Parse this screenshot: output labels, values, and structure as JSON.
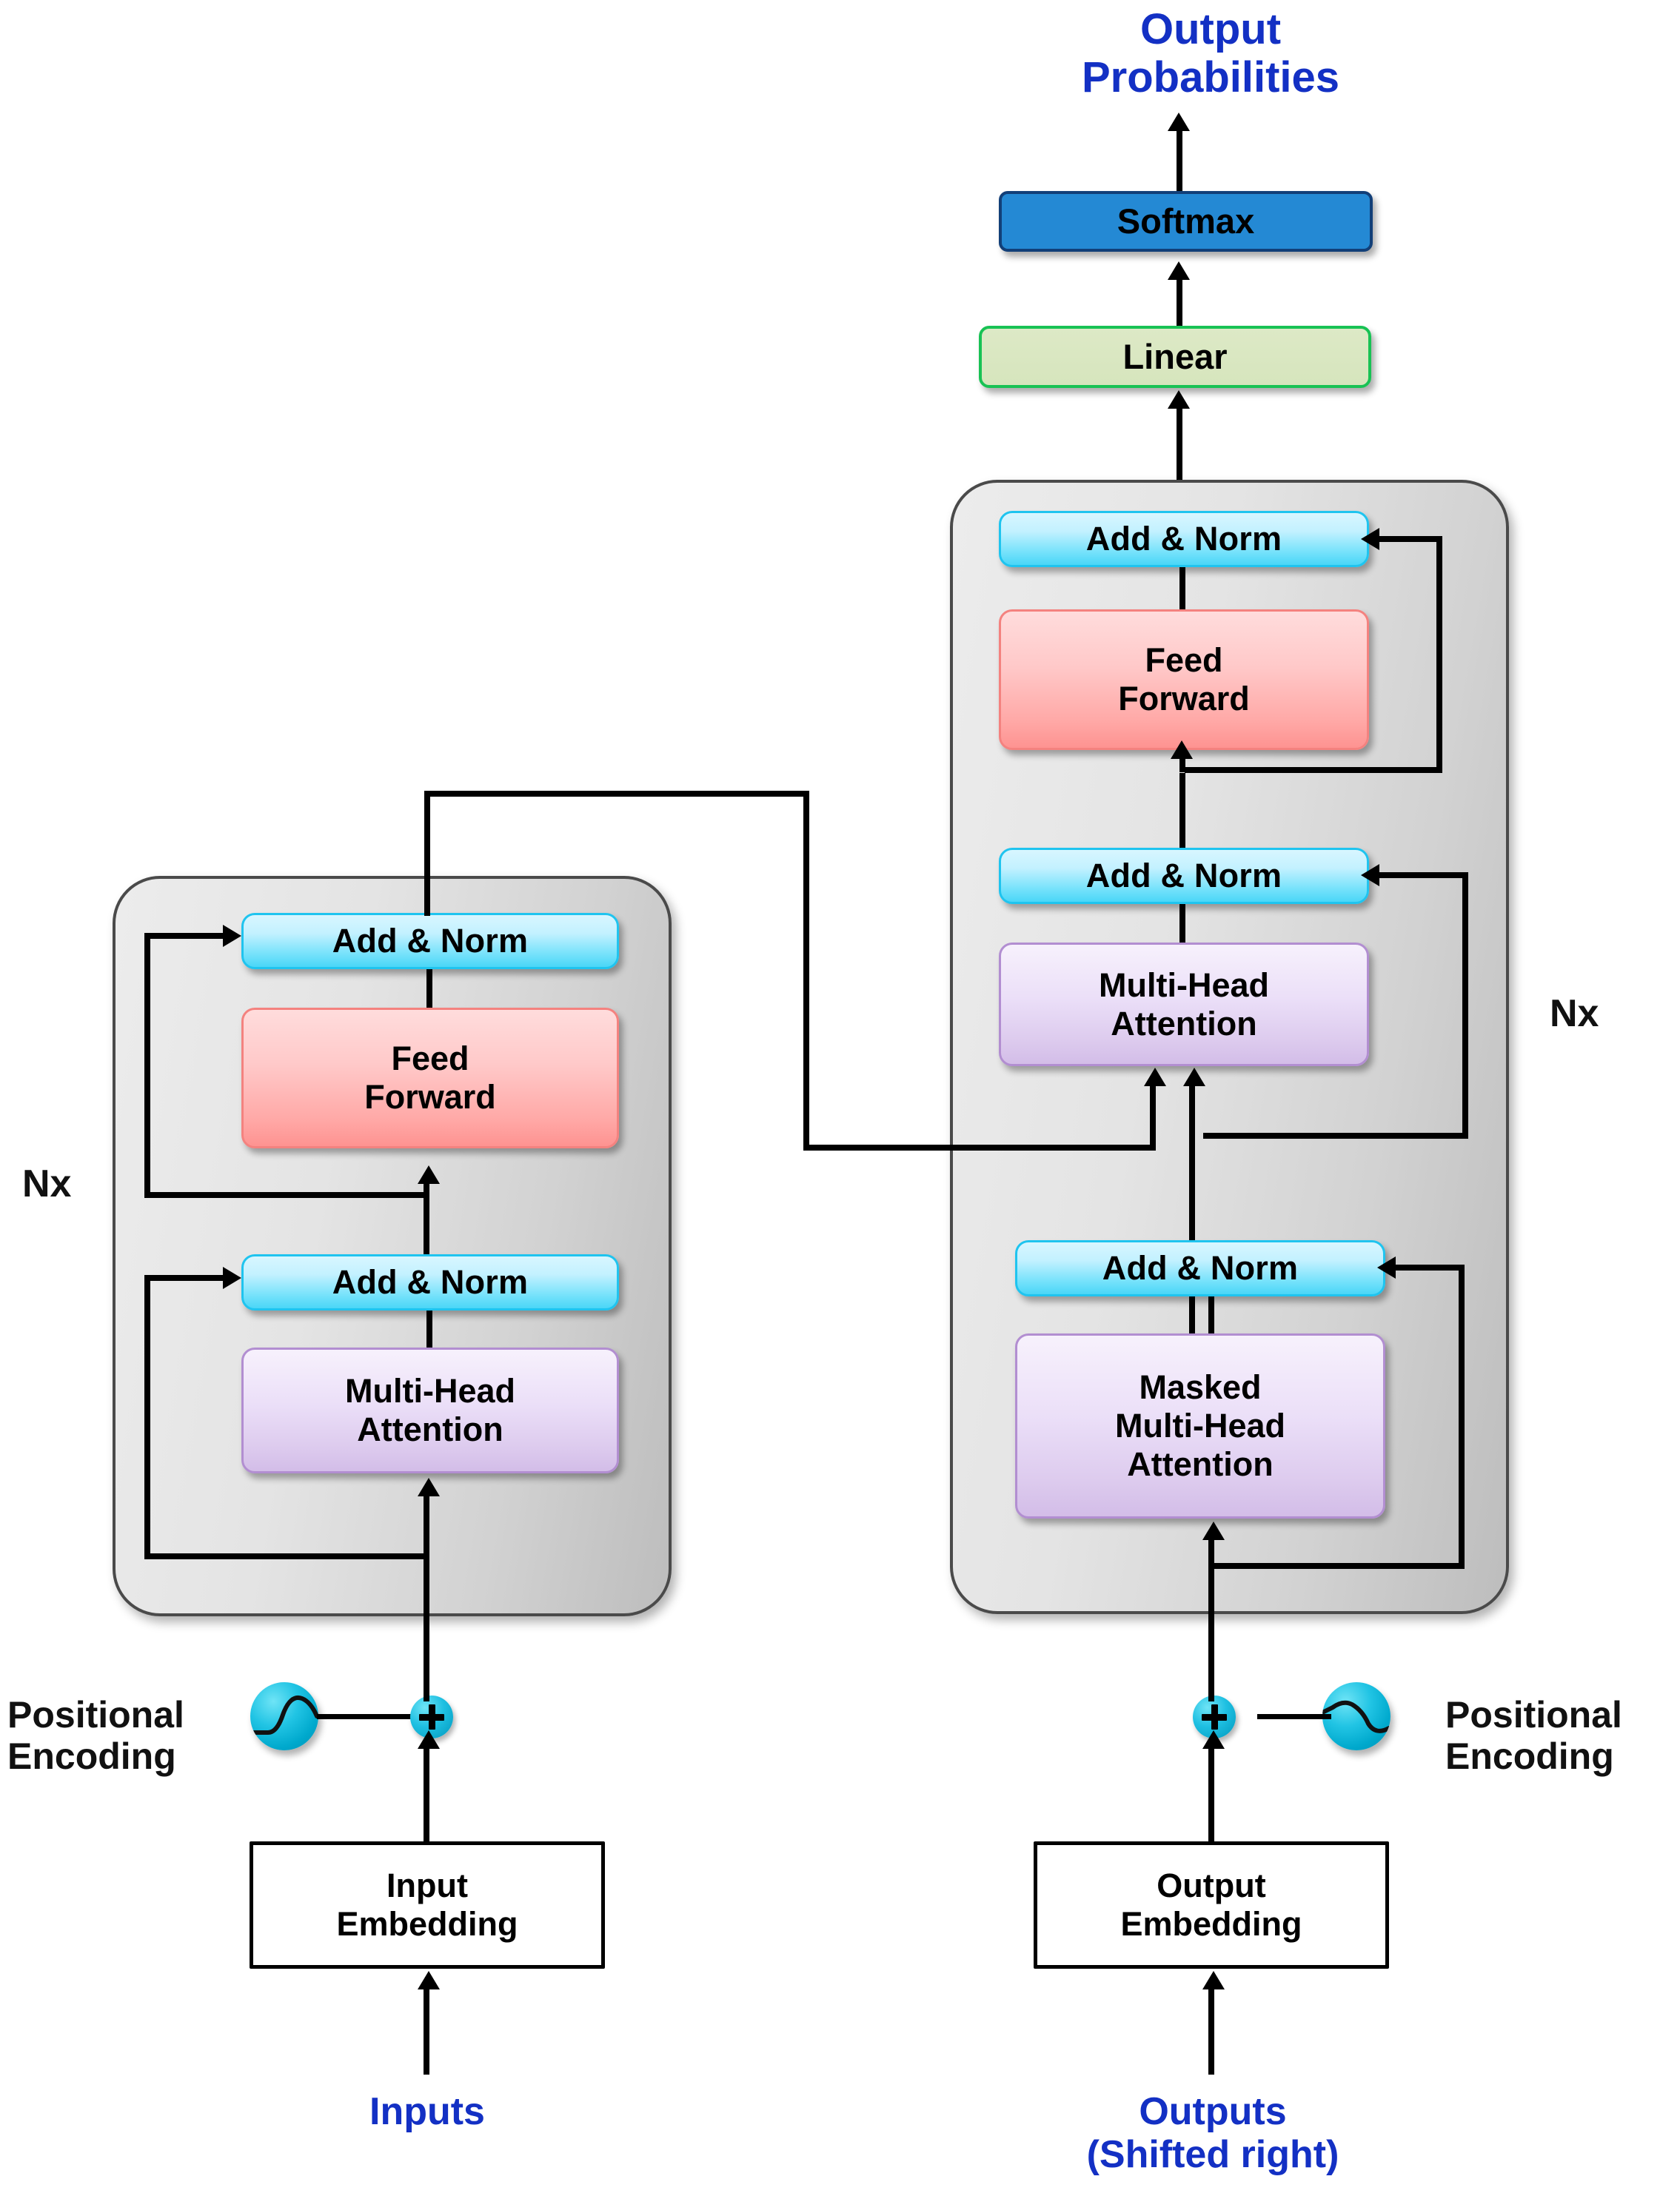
{
  "diagram": {
    "title": "Transformer model architecture",
    "type": "block-diagram"
  },
  "colors": {
    "add_norm": "#4ad6f7",
    "feed_forward": "#ff9d9b",
    "multi_head_attention": "#ddcbee",
    "linear": "#d6e5bd",
    "linear_border": "#18c254",
    "softmax": "#2489d4",
    "positional_encoding": "#00a9cd",
    "caption_blue": "#1330c4",
    "stack_container": "#e0e0e0"
  },
  "encoder": {
    "repeat_label": "Nx",
    "blocks": [
      {
        "id": "enc-addnorm-2",
        "label": "Add & Norm",
        "kind": "add-norm"
      },
      {
        "id": "enc-ff",
        "label": "Feed\nForward",
        "kind": "feed-forward"
      },
      {
        "id": "enc-addnorm-1",
        "label": "Add & Norm",
        "kind": "add-norm"
      },
      {
        "id": "enc-mha",
        "label": "Multi-Head\nAttention",
        "kind": "multi-head-attention"
      }
    ],
    "embedding": {
      "label": "Input\nEmbedding"
    },
    "positional_encoding": {
      "label": "Positional\nEncoding",
      "icon": "sine-wave-sphere-icon"
    },
    "adder": {
      "symbol": "+",
      "icon": "plus-circle-icon"
    },
    "input_caption": "Inputs"
  },
  "decoder": {
    "repeat_label": "Nx",
    "blocks": [
      {
        "id": "dec-addnorm-3",
        "label": "Add & Norm",
        "kind": "add-norm"
      },
      {
        "id": "dec-ff",
        "label": "Feed\nForward",
        "kind": "feed-forward"
      },
      {
        "id": "dec-addnorm-2",
        "label": "Add & Norm",
        "kind": "add-norm"
      },
      {
        "id": "dec-mha",
        "label": "Multi-Head\nAttention",
        "kind": "multi-head-attention"
      },
      {
        "id": "dec-addnorm-1",
        "label": "Add & Norm",
        "kind": "add-norm"
      },
      {
        "id": "dec-masked-mha",
        "label": "Masked\nMulti-Head\nAttention",
        "kind": "multi-head-attention"
      }
    ],
    "embedding": {
      "label": "Output\nEmbedding"
    },
    "positional_encoding": {
      "label": "Positional\nEncoding",
      "icon": "sine-wave-sphere-icon"
    },
    "adder": {
      "symbol": "+",
      "icon": "plus-circle-icon"
    },
    "input_caption": "Outputs\n(Shifted right)"
  },
  "head": {
    "linear": "Linear",
    "softmax": "Softmax",
    "output_caption": "Output\nProbabilities"
  }
}
